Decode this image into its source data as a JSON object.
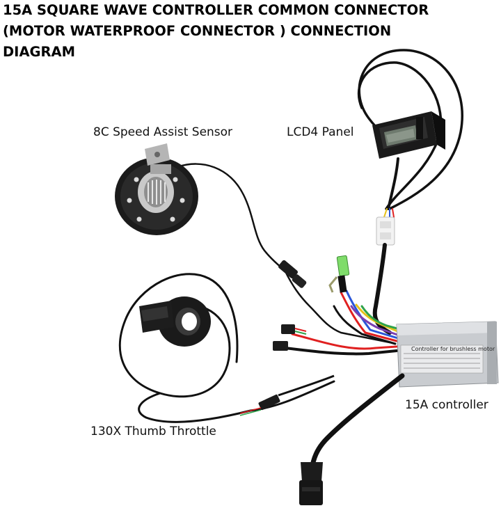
{
  "title": {
    "lines": [
      "15A SQUARE WAVE CONTROLLER COMMON CONNECTOR",
      "(MOTOR WATERPROOF CONNECTOR ) CONNECTION",
      "DIAGRAM"
    ]
  },
  "labels": {
    "sensor": "8C Speed Assist Sensor",
    "lcd": "LCD4 Panel",
    "controller": "15A controller",
    "throttle": "130X Thumb Throttle"
  },
  "controller_box": {
    "heading": "Controller for brushless motor"
  },
  "colors": {
    "cable": "#111111",
    "controller_body": "#c9ccd0",
    "wire_red": "#e02020",
    "wire_blue": "#2a56d8",
    "wire_green": "#2fa34a",
    "wire_yellow": "#e6c21a",
    "wire_purple": "#7a3fb0",
    "connector_green": "#7fdc6a",
    "connector_white": "#f2f2f2",
    "metal": "#b9b9b9"
  },
  "icons": {
    "sensor": "pas-sensor-disc",
    "lcd": "lcd-display-panel",
    "throttle": "thumb-throttle",
    "controller": "controller-box"
  }
}
